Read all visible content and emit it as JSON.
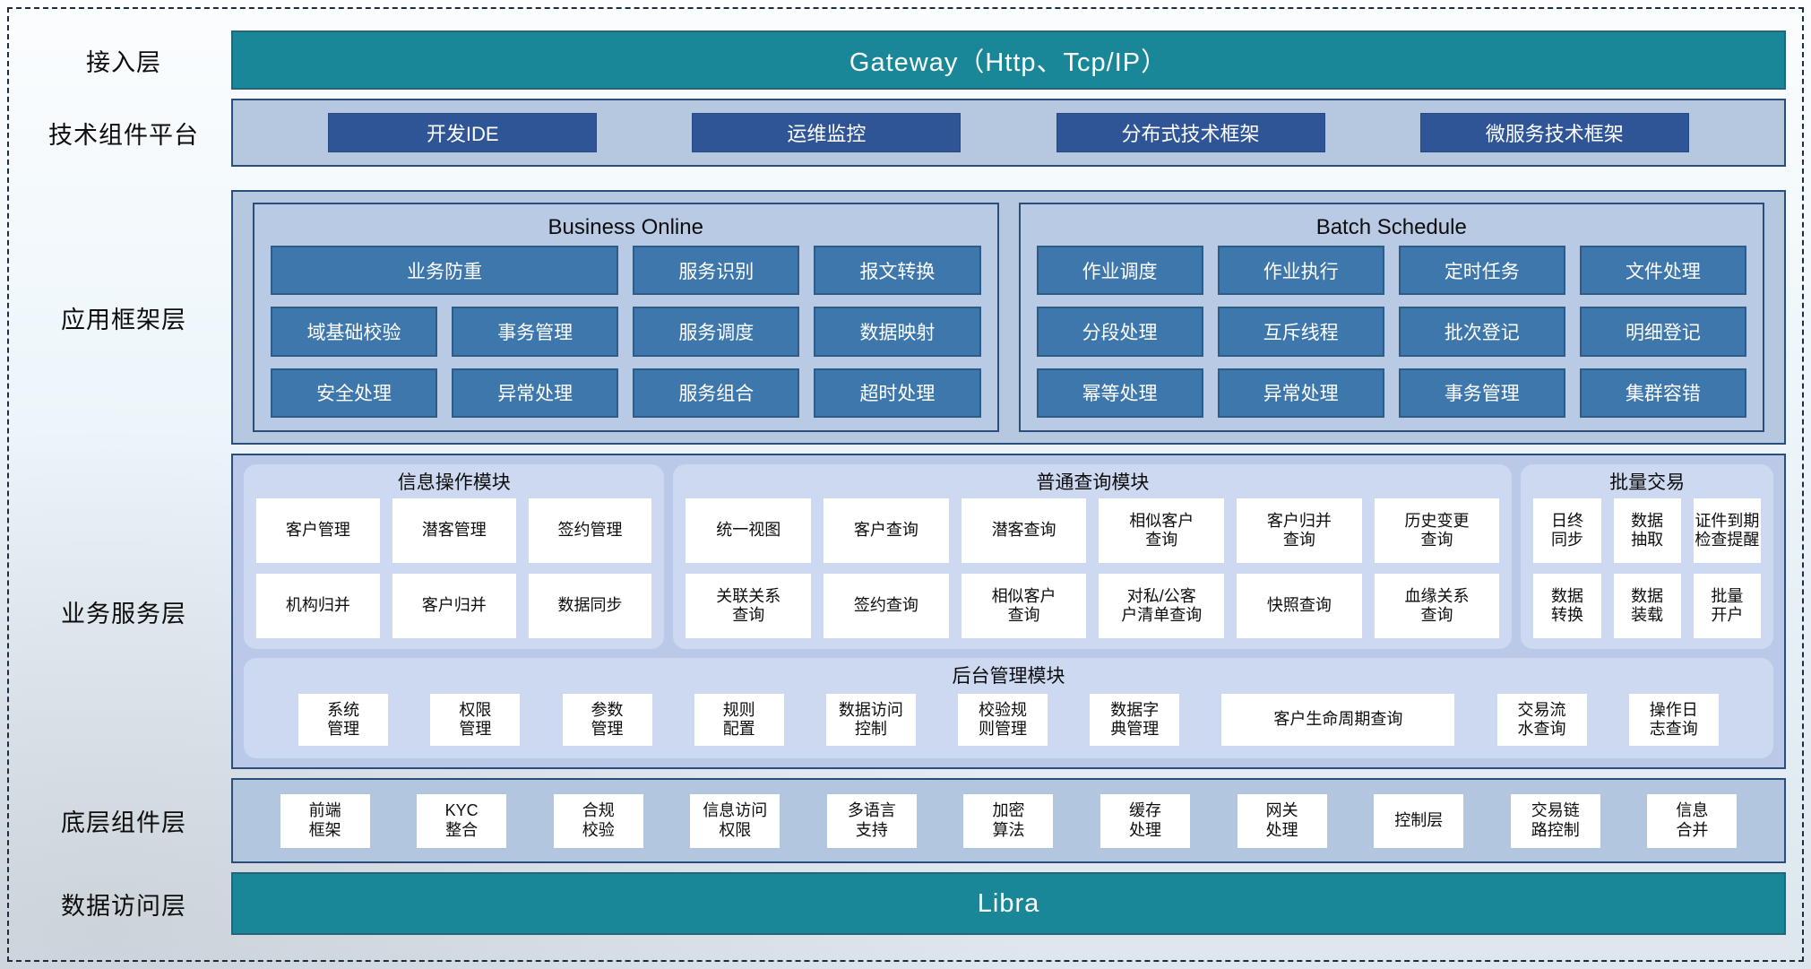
{
  "layers": {
    "access": {
      "label": "接入层"
    },
    "tech": {
      "label": "技术组件平台"
    },
    "framework": {
      "label": "应用框架层"
    },
    "service": {
      "label": "业务服务层"
    },
    "base": {
      "label": "底层组件层"
    },
    "data": {
      "label": "数据访问层"
    }
  },
  "gateway": {
    "title": "Gateway（Http、Tcp/IP）"
  },
  "tech_platform": {
    "items": [
      "开发IDE",
      "运维监控",
      "分布式技术框架",
      "微服务技术框架"
    ]
  },
  "business_online": {
    "title": "Business Online",
    "row1": [
      "业务防重",
      "服务识别",
      "报文转换"
    ],
    "row2": [
      "域基础校验",
      "事务管理",
      "服务调度",
      "数据映射"
    ],
    "row3": [
      "安全处理",
      "异常处理",
      "服务组合",
      "超时处理"
    ]
  },
  "batch_schedule": {
    "title": "Batch Schedule",
    "row1": [
      "作业调度",
      "作业执行",
      "定时任务",
      "文件处理"
    ],
    "row2": [
      "分段处理",
      "互斥线程",
      "批次登记",
      "明细登记"
    ],
    "row3": [
      "幂等处理",
      "异常处理",
      "事务管理",
      "集群容错"
    ]
  },
  "info_module": {
    "title": "信息操作模块",
    "row1": [
      "客户管理",
      "潜客管理",
      "签约管理"
    ],
    "row2": [
      "机构归并",
      "客户归并",
      "数据同步"
    ]
  },
  "query_module": {
    "title": "普通查询模块",
    "row1": [
      "统一视图",
      "客户查询",
      "潜客查询",
      "相似客户\n查询",
      "客户归并\n查询",
      "历史变更\n查询"
    ],
    "row2": [
      "关联关系\n查询",
      "签约查询",
      "相似客户\n查询",
      "对私/公客\n户清单查询",
      "快照查询",
      "血缘关系\n查询"
    ]
  },
  "batch_trade": {
    "title": "批量交易",
    "row1": [
      "日终\n同步",
      "数据\n抽取",
      "证件到期\n检查提醒"
    ],
    "row2": [
      "数据\n转换",
      "数据\n装载",
      "批量\n开户"
    ]
  },
  "admin_module": {
    "title": "后台管理模块",
    "items": [
      "系统\n管理",
      "权限\n管理",
      "参数\n管理",
      "规则\n配置",
      "数据访问\n控制",
      "校验规\n则管理",
      "数据字\n典管理",
      "客户生命周期查询",
      "交易流\n水查询",
      "操作日\n志查询"
    ]
  },
  "base_components": {
    "items": [
      "前端\n框架",
      "KYC\n整合",
      "合规\n校验",
      "信息访问\n权限",
      "多语言\n支持",
      "加密\n算法",
      "缓存\n处理",
      "网关\n处理",
      "控制层",
      "交易链\n路控制",
      "信息\n合并"
    ]
  },
  "data_access": {
    "title": "Libra"
  },
  "colors": {
    "teal_bar": "#1a8799",
    "dark_blue_button": "#2f5597",
    "steel_blue_button": "#3e77ac",
    "panel_blue": "#b6c8e0",
    "card_blue": "#cdd9f1",
    "border_navy": "#2a4d79"
  }
}
